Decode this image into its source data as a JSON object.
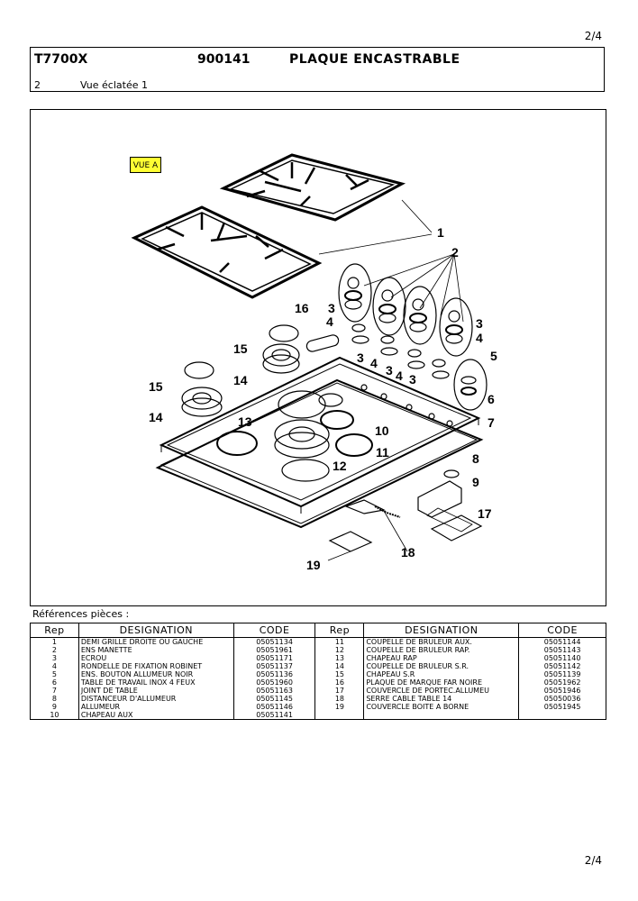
{
  "page": {
    "number_top": "2/4",
    "number_bottom": "2/4"
  },
  "header": {
    "model": "T7700X",
    "code": "900141",
    "title": "PLAQUE ENCASTRABLE",
    "section_number": "2",
    "section_name": "Vue éclatée 1"
  },
  "diagram": {
    "view_label": "VUE A",
    "callouts": [
      "1",
      "2",
      "3",
      "4",
      "3",
      "4",
      "3",
      "4",
      "3",
      "3",
      "4",
      "5",
      "6",
      "7",
      "8",
      "9",
      "10",
      "11",
      "12",
      "13",
      "14",
      "14",
      "15",
      "15",
      "16",
      "17",
      "18",
      "19"
    ]
  },
  "references": {
    "title": "Références pièces  :",
    "headers": [
      "Rep",
      "DESIGNATION",
      "CODE",
      "Rep",
      "DESIGNATION",
      "CODE"
    ],
    "rows": [
      [
        "1",
        "DEMI GRILLE DROITE OU GAUCHE",
        "05051134",
        "11",
        "COUPELLE DE BRULEUR AUX.",
        "05051144"
      ],
      [
        "2",
        "ENS MANETTE",
        "05051961",
        "12",
        "COUPELLE DE BRULEUR RAP.",
        "05051143"
      ],
      [
        "3",
        "ECROU",
        "05051171",
        "13",
        "CHAPEAU RAP",
        "05051140"
      ],
      [
        "4",
        "RONDELLE DE FIXATION ROBINET",
        "05051137",
        "14",
        "COUPELLE DE BRULEUR S.R.",
        "05051142"
      ],
      [
        "5",
        "ENS. BOUTON ALLUMEUR NOIR",
        "05051136",
        "15",
        "CHAPEAU S.R",
        "05051139"
      ],
      [
        "6",
        "TABLE DE TRAVAIL INOX 4 FEUX",
        "05051960",
        "16",
        "PLAQUE DE MARQUE FAR NOIRE",
        "05051962"
      ],
      [
        "7",
        "JOINT DE TABLE",
        "05051163",
        "17",
        "COUVERCLE DE PORTEC.ALLUMEU",
        "05051946"
      ],
      [
        "8",
        "DISTANCEUR D'ALLUMEUR",
        "05051145",
        "18",
        "SERRE CABLE TABLE 14",
        "05050036"
      ],
      [
        "9",
        "ALLUMEUR",
        "05051146",
        "19",
        "COUVERCLE BOITE A BORNE",
        "05051945"
      ],
      [
        "10",
        "CHAPEAU AUX",
        "05051141",
        "",
        "",
        ""
      ]
    ]
  }
}
